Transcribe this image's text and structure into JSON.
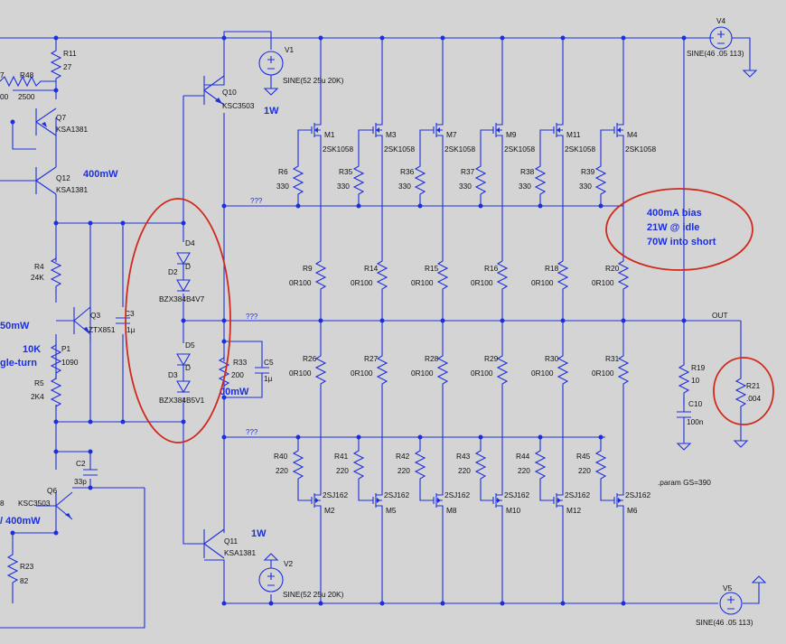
{
  "components": {
    "R11": {
      "ref": "R11",
      "val": "27"
    },
    "R48": {
      "ref": "R48",
      "val": "2500"
    },
    "R47_frag": {
      "ref": "7",
      "val": "00"
    },
    "Q7": {
      "ref": "Q7",
      "val": "KSA1381"
    },
    "Q12": {
      "ref": "Q12",
      "val": "KSA1381"
    },
    "R4": {
      "ref": "R4",
      "val": "24K"
    },
    "Q3": {
      "ref": "Q3",
      "val": "ZTX851"
    },
    "C3": {
      "ref": "C3",
      "val": "1µ"
    },
    "P1": {
      "ref": "P1",
      "val": "1090"
    },
    "R5": {
      "ref": "R5",
      "val": "2K4"
    },
    "Q6": {
      "ref": "Q6",
      "val": "KSC3503"
    },
    "C2": {
      "ref": "C2",
      "val": "33p"
    },
    "R23": {
      "ref": "R23",
      "val": "82"
    },
    "D4": {
      "ref": "D4",
      "val": "D"
    },
    "D2": {
      "ref": "D2",
      "val": "BZX384B4V7"
    },
    "D5": {
      "ref": "D5",
      "val": "D"
    },
    "D3": {
      "ref": "D3",
      "val": "BZX384B5V1"
    },
    "R33": {
      "ref": "R33",
      "val": "200"
    },
    "C5": {
      "ref": "C5",
      "val": "1µ"
    },
    "Q10": {
      "ref": "Q10",
      "val": "KSC3503"
    },
    "Q11": {
      "ref": "Q11",
      "val": "KSA1381"
    },
    "V1": {
      "ref": "V1",
      "val": "SINE(52 25u 20K)"
    },
    "V2": {
      "ref": "V2",
      "val": "SINE(52 25u 20K)"
    },
    "V4": {
      "ref": "V4",
      "val": "SINE(46 .05 113)"
    },
    "V5": {
      "ref": "V5",
      "val": "SINE(46 .05 113)"
    },
    "R19": {
      "ref": "R19",
      "val": "10"
    },
    "C10": {
      "ref": "C10",
      "val": "100n"
    },
    "R21": {
      "ref": "R21",
      "val": ".004"
    },
    "Q8_frag": {
      "ref": "8",
      "val": ""
    }
  },
  "nmos": [
    {
      "ref": "M1",
      "val": "2SK1058"
    },
    {
      "ref": "M3",
      "val": "2SK1058"
    },
    {
      "ref": "M7",
      "val": "2SK1058"
    },
    {
      "ref": "M9",
      "val": "2SK1058"
    },
    {
      "ref": "M11",
      "val": "2SK1058"
    },
    {
      "ref": "M4",
      "val": "2SK1058"
    }
  ],
  "pmos": [
    {
      "ref": "M2",
      "val": "2SJ162"
    },
    {
      "ref": "M5",
      "val": "2SJ162"
    },
    {
      "ref": "M8",
      "val": "2SJ162"
    },
    {
      "ref": "M10",
      "val": "2SJ162"
    },
    {
      "ref": "M12",
      "val": "2SJ162"
    },
    {
      "ref": "M6",
      "val": "2SJ162"
    }
  ],
  "gate_res_top": [
    {
      "ref": "R6",
      "val": "330"
    },
    {
      "ref": "R35",
      "val": "330"
    },
    {
      "ref": "R36",
      "val": "330"
    },
    {
      "ref": "R37",
      "val": "330"
    },
    {
      "ref": "R38",
      "val": "330"
    },
    {
      "ref": "R39",
      "val": "330"
    }
  ],
  "src_res_top": [
    {
      "ref": "R9",
      "val": "0R100"
    },
    {
      "ref": "R14",
      "val": "0R100"
    },
    {
      "ref": "R15",
      "val": "0R100"
    },
    {
      "ref": "R16",
      "val": "0R100"
    },
    {
      "ref": "R18",
      "val": "0R100"
    },
    {
      "ref": "R20",
      "val": "0R100"
    }
  ],
  "src_res_bot": [
    {
      "ref": "R26",
      "val": "0R100"
    },
    {
      "ref": "R27",
      "val": "0R100"
    },
    {
      "ref": "R28",
      "val": "0R100"
    },
    {
      "ref": "R29",
      "val": "0R100"
    },
    {
      "ref": "R30",
      "val": "0R100"
    },
    {
      "ref": "R31",
      "val": "0R100"
    }
  ],
  "gate_res_bot": [
    {
      "ref": "R40",
      "val": "220"
    },
    {
      "ref": "R41",
      "val": "220"
    },
    {
      "ref": "R42",
      "val": "220"
    },
    {
      "ref": "R43",
      "val": "220"
    },
    {
      "ref": "R44",
      "val": "220"
    },
    {
      "ref": "R45",
      "val": "220"
    }
  ],
  "labels": {
    "out": "OUT",
    "param": ".param GS=390",
    "qmarks": "???",
    "pw_q12": "400mW",
    "pw_q10": "1W",
    "pw_q11": "1W",
    "pw_q3": "50mW",
    "pw_r33": "00mW",
    "pw_q6": "/ 400mW",
    "pot1": "10K",
    "pot2": "gle-turn"
  },
  "annotation": {
    "line1": "400mA bias",
    "line2": "21W @ idle",
    "line3": "70W into short"
  },
  "colors": {
    "wire": "#1b2fe0",
    "annotation": "#d02a1e",
    "background": "#d4d4d4"
  }
}
